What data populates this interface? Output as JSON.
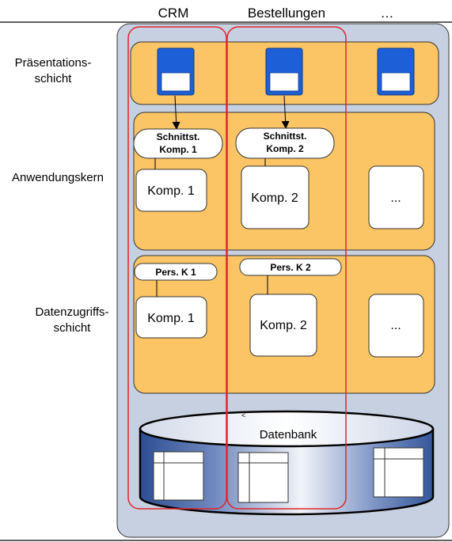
{
  "columns": {
    "crm": "CRM",
    "orders": "Bestellungen",
    "more": "…"
  },
  "layers": {
    "presentation": {
      "line1": "Präsentations-",
      "line2": "schicht"
    },
    "application": {
      "line1": "Anwendungskern"
    },
    "data_access": {
      "line1": "Datenzugriffs-",
      "line2": "schicht"
    }
  },
  "application_layer": {
    "interface_1": {
      "line1": "Schnittst.",
      "line2": "Komp. 1"
    },
    "interface_2": {
      "line1": "Schnittst.",
      "line2": "Komp. 2"
    },
    "component_1": "Komp. 1",
    "component_2": "Komp. 2",
    "component_more": "..."
  },
  "data_access_layer": {
    "persistence_1": "Pers. K 1",
    "persistence_2": "Pers. K 2",
    "component_1": "Komp. 1",
    "component_2": "Komp. 2",
    "component_more": "..."
  },
  "database": {
    "label": "Datenbank",
    "mark": "<"
  },
  "colors": {
    "outer_background": "#c7d0e1",
    "layer_fill": "#fbc465",
    "window_blue": "#1c5fd6",
    "highlight_red": "#e0242c",
    "db_dark": "#3e5c99",
    "db_light": "#e7ecf5"
  }
}
